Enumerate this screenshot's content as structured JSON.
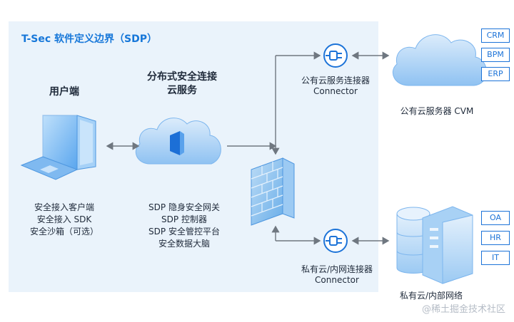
{
  "title": "T-Sec 软件定义边界（SDP）",
  "user_end": {
    "heading": "用户端",
    "lines": [
      "安全接入客户端",
      "安全接入 SDK",
      "安全沙箱（可选）"
    ]
  },
  "cloud_service": {
    "heading_lines": [
      "分布式安全连接",
      "云服务"
    ],
    "lines": [
      "SDP 隐身安全网关",
      "SDP 控制器",
      "SDP 安全管控平台",
      "安全数据大脑"
    ]
  },
  "public_connector": {
    "lines": [
      "公有云服务连接器",
      "Connector"
    ]
  },
  "private_connector": {
    "lines": [
      "私有云/内网连接器",
      "Connector"
    ]
  },
  "public_cloud": {
    "label": "公有云服务器 CVM",
    "tags": [
      "CRM",
      "BPM",
      "ERP"
    ]
  },
  "private_cloud": {
    "label": "私有云/内部网络",
    "tags": [
      "OA",
      "HR",
      "IT"
    ]
  },
  "watermark": "@稀土掘金技术社区",
  "colors": {
    "accent": "#1677d9",
    "panel": "#eaf3fb",
    "tag_border": "#1c73d8"
  }
}
